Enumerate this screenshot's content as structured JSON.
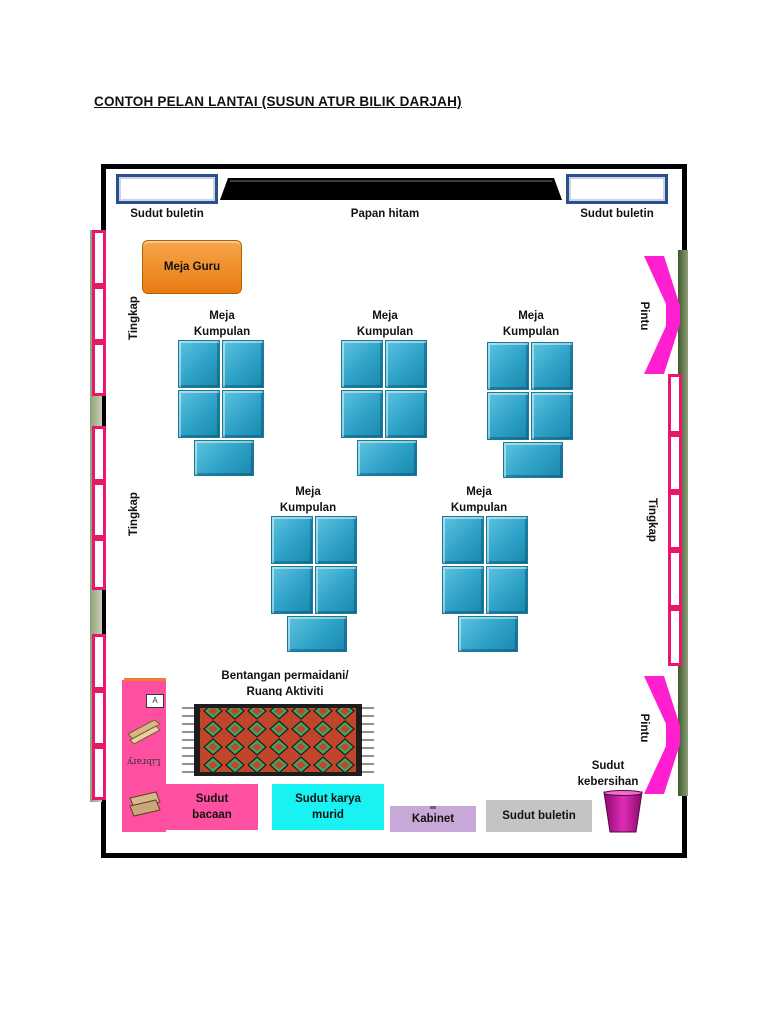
{
  "title": "CONTOH PELAN LANTAI (SUSUN ATUR BILIK DARJAH)",
  "labels": {
    "bulletin_left": "Sudut buletin",
    "blackboard": "Papan hitam",
    "bulletin_right": "Sudut buletin",
    "teacher_desk": "Meja Guru",
    "window": "Tingkap",
    "door": "Pintu",
    "group_desk_line1": "Meja",
    "group_desk_line2": "Kumpulan",
    "carpet_line1": "Bentangan permaidani/",
    "carpet_line2": "Ruang Aktiviti",
    "reading_line1": "Sudut",
    "reading_line2": "bacaan",
    "work_line1": "Sudut karya",
    "work_line2": "murid",
    "cabinet": "Kabinet",
    "bulletin_bottom": "Sudut buletin",
    "clean_line1": "Sudut",
    "clean_line2": "kebersihan",
    "library_sign": "Library"
  },
  "colors": {
    "teacher_desk": "#f08a1c",
    "desks": "#2da1c7",
    "window_frame": "#e8186d",
    "door": "#ff1fd0",
    "reading_corner": "#ff4fa0",
    "work_corner": "#19f2f2",
    "cabinet": "#c8a8d8",
    "bulletin_bottom": "#c4c4c4",
    "bin": "#c4129a"
  },
  "icons": {
    "door": "door-swing-icon",
    "bin": "trash-bin-icon",
    "books": "books-icon",
    "carpet": "carpet-icon"
  }
}
